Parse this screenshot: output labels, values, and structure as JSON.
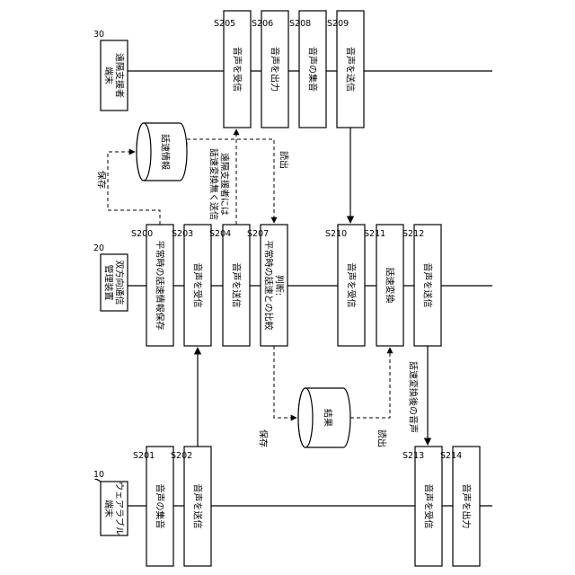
{
  "entities": {
    "wearable": {
      "number": "10",
      "name": "ウェアラブル\n端末"
    },
    "manager": {
      "number": "20",
      "name": "双方向通信\n管理装置"
    },
    "remote": {
      "number": "30",
      "name": "遠隔支援者\n端末"
    }
  },
  "steps": {
    "s200": {
      "id": "S200",
      "text": "平常時の話速情報保存"
    },
    "s201": {
      "id": "S201",
      "text": "音声の集音"
    },
    "s202": {
      "id": "S202",
      "text": "音声を送信"
    },
    "s203": {
      "id": "S203",
      "text": "音声を受信"
    },
    "s204": {
      "id": "S204",
      "text": "音声を送信"
    },
    "s205": {
      "id": "S205",
      "text": "音声を受信"
    },
    "s206": {
      "id": "S206",
      "text": "音声を出力"
    },
    "s207": {
      "id": "S207",
      "text": "判断:\n平常時の話速との比較"
    },
    "s208": {
      "id": "S208",
      "text": "音声の集音"
    },
    "s209": {
      "id": "S209",
      "text": "音声を送信"
    },
    "s210": {
      "id": "S210",
      "text": "音声を受信"
    },
    "s211": {
      "id": "S211",
      "text": "話速変換"
    },
    "s212": {
      "id": "S212",
      "text": "音声を送信"
    },
    "s213": {
      "id": "S213",
      "text": "音声を受信"
    },
    "s214": {
      "id": "S214",
      "text": "音声を出力"
    }
  },
  "stores": {
    "speech_rate_info": "話速情報",
    "result": "結果"
  },
  "annotations": {
    "save_top": "保存",
    "read_top": "読出",
    "to_remote_note": "遠隔支援者には\n話速変換無く送信",
    "save_bottom": "保存",
    "read_bottom": "読出",
    "converted_voice": "話速変換後の音声"
  }
}
